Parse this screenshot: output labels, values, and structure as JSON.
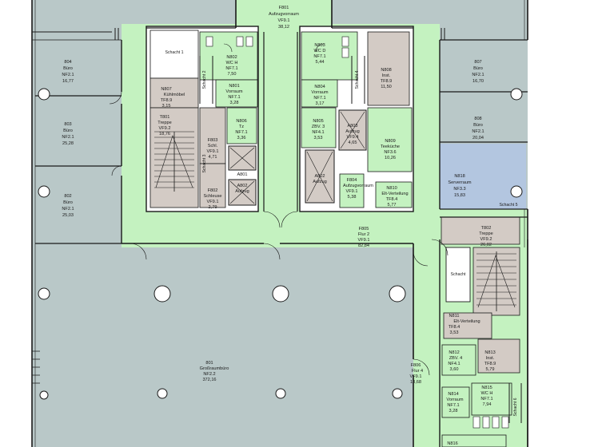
{
  "colors": {
    "office": "#b9c8c8",
    "corridor": "#c4f2c0",
    "service": "#d3cbc5",
    "white": "#ffffff",
    "server": "#b3c6e0",
    "wall": "#1a1a1a"
  },
  "rooms": {
    "aufzug_top": [
      "F801",
      "Aufzugvorraum",
      "VF9.1",
      "38,12"
    ],
    "r804": [
      "804",
      "Büro",
      "NF2.1",
      "16,77"
    ],
    "r803": [
      "803",
      "Büro",
      "NF2.1",
      "25,28"
    ],
    "r802": [
      "802",
      "Büro",
      "NF2.1",
      "25,03"
    ],
    "r807": [
      "807",
      "Büro",
      "NF2.1",
      "16,70"
    ],
    "r808": [
      "808",
      "Büro",
      "NF2.1",
      "20,04"
    ],
    "n818": [
      "N818",
      "Serverraum",
      "NF3.3",
      "15,83"
    ],
    "schacht1": "Schacht 1",
    "n802": [
      "N802",
      "WC H",
      "NF7.1",
      "7,50"
    ],
    "n801": [
      "N801",
      "Vorraum",
      "NF7.1",
      "3,28"
    ],
    "n807": [
      "N807",
      "Kühlmöbel",
      "TF8.9",
      "3,15"
    ],
    "t801": [
      "T801",
      "Treppe",
      "VF9.2",
      "18,76"
    ],
    "p803": [
      "F803",
      "Schl.",
      "VF9.1",
      "4,71"
    ],
    "n806": [
      "N806",
      "Tz",
      "NF7.1",
      "3,36"
    ],
    "a801": "A801",
    "f802": [
      "F802",
      "Schleuse",
      "VF9.1",
      "2,79"
    ],
    "a802": [
      "A802",
      "Aufzug"
    ],
    "n803": [
      "N803",
      "WC D",
      "NF7.1",
      "5,44"
    ],
    "n804": [
      "N804",
      "Vorraum",
      "NF7.1",
      "3,17"
    ],
    "n808": [
      "N808",
      "Inst.",
      "TF8.9",
      "11,50"
    ],
    "n805": [
      "N805",
      "ZBV. 3",
      "NF4.1",
      "3,53"
    ],
    "a803": [
      "A803",
      "Aufzug",
      "VF9.4",
      "4,65"
    ],
    "n809": [
      "N809",
      "Teeküche",
      "NF3.6",
      "10,26"
    ],
    "f804": [
      "F804",
      "Aufzugvorraum",
      "VF9.1",
      "5,38"
    ],
    "n810": [
      "N810",
      "Elt-Verteilung",
      "TF8.4",
      "5,77"
    ],
    "f805": [
      "F805",
      "Flur 2",
      "VF9.1",
      "82,84"
    ],
    "t802": [
      "T802",
      "Treppe",
      "VF9.2",
      "26,02"
    ],
    "schacht": "Schacht",
    "n811": [
      "N811",
      "Elt-Verteilung",
      "TF8.4",
      "3,53"
    ],
    "r801": [
      "801",
      "Großraumbüro",
      "NF2.2",
      "372,16"
    ],
    "f806": [
      "F806",
      "Flur 4",
      "VF9.1",
      "13,68"
    ],
    "n812": [
      "N812",
      "ZBV. 4",
      "NF4.1",
      "3,60"
    ],
    "n813": [
      "N813",
      "Inst.",
      "TF8.9",
      "5,79"
    ],
    "n814": [
      "N814",
      "Vorraum",
      "NF7.1",
      "3,28"
    ],
    "n815": [
      "N815",
      "WC H",
      "NF7.1",
      "7,94"
    ],
    "n816": "N816",
    "schacht2": "Schacht 2",
    "schacht3": "Schacht 3",
    "schacht4": "Schacht 4",
    "schacht5": "Schacht 5",
    "schacht6": "Schacht 6"
  }
}
